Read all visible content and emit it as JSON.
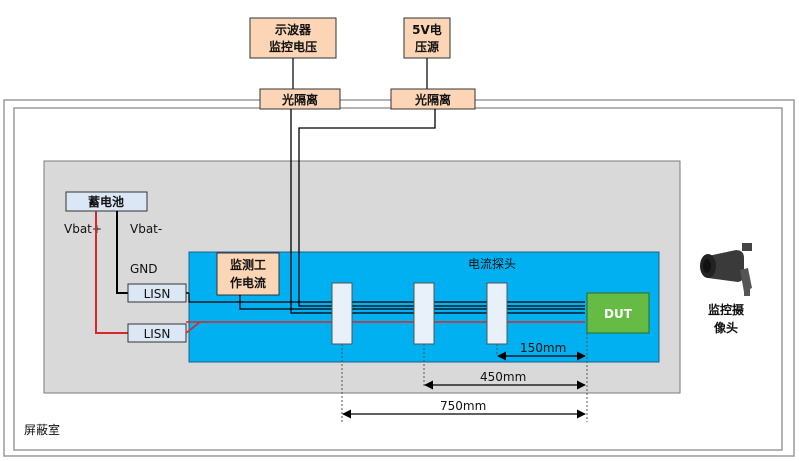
{
  "shield_room": {
    "label": "屏蔽室"
  },
  "oscilloscope": {
    "line1": "示波器",
    "line2": "监控电压"
  },
  "power_source": {
    "line1": "5V电",
    "line2": "压源"
  },
  "isolators": [
    {
      "label": "光隔离"
    },
    {
      "label": "光隔离"
    }
  ],
  "battery": {
    "label": "蓄电池",
    "vbat_plus": "Vbat+",
    "vbat_minus": "Vbat-",
    "gnd": "GND"
  },
  "lisn": [
    {
      "label": "LISN"
    },
    {
      "label": "LISN"
    }
  ],
  "monitor_current": {
    "line1": "监测工",
    "line2": "作电流"
  },
  "probe_area": {
    "label": "电流探头"
  },
  "dut": {
    "label": "DUT"
  },
  "camera": {
    "line1": "监控摄",
    "line2": "像头",
    "icon": "camera-icon"
  },
  "dimensions": [
    {
      "label": "150mm"
    },
    {
      "label": "450mm"
    },
    {
      "label": "750mm"
    }
  ],
  "colors": {
    "orange_box": "#fbd5b5",
    "blue_area": "#00b0f0",
    "dut_green": "#66bb44",
    "red_wire": "#d62828",
    "table_gray": "#d9d9d9",
    "light_blue": "#dbe7f5"
  }
}
